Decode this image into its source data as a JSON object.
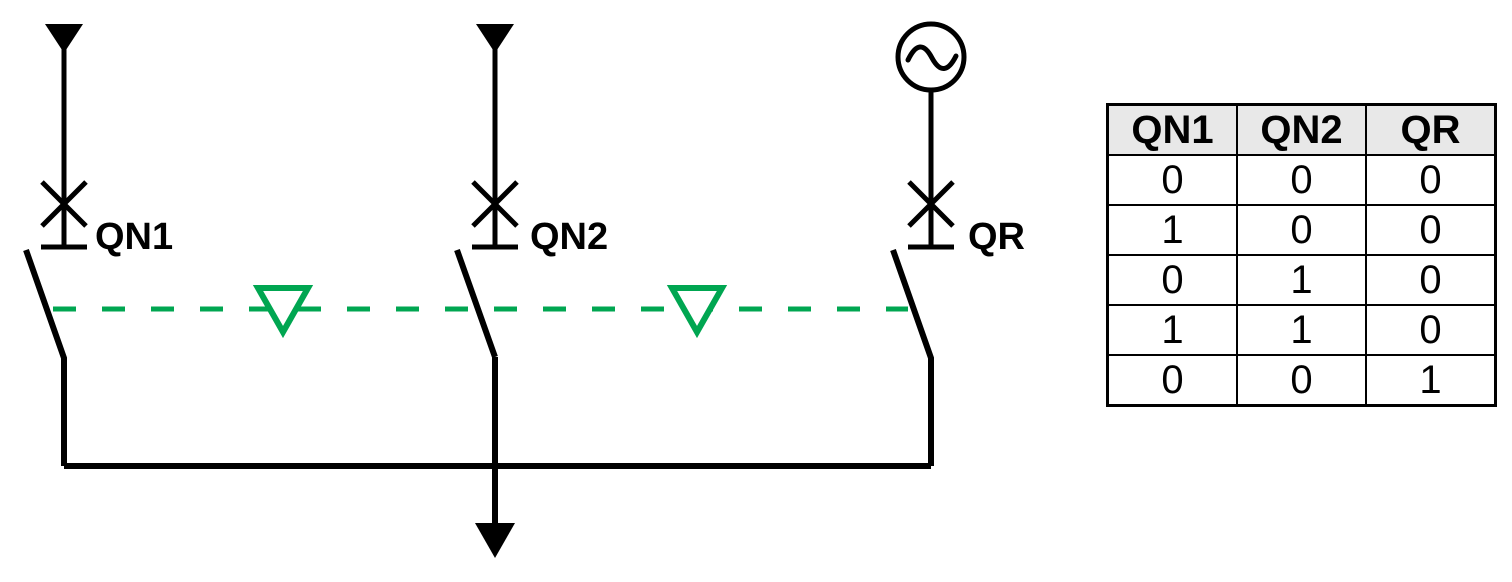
{
  "colors": {
    "diagram_line": "#000000",
    "interlock_green": "#00a651",
    "table_header_bg": "#e8e8e8",
    "table_border": "#000000",
    "background": "#ffffff"
  },
  "schematic": {
    "bays": [
      {
        "label": "QN1",
        "source_icon": "incoming-feeder-down-arrow-icon",
        "device_icon": "x-cross-switch-icon"
      },
      {
        "label": "QN2",
        "source_icon": "incoming-feeder-down-arrow-icon",
        "device_icon": "x-cross-switch-icon"
      },
      {
        "label": "QR",
        "source_icon": "ac-generator-icon",
        "device_icon": "x-cross-switch-icon"
      }
    ],
    "interlock_line_icon": "green-dashed-interlock-line",
    "interlock_marker_icon": "inverted-triangle-icon",
    "busbar_icon": "busbar-line",
    "outgoing_feeder_icon": "outgoing-feeder-down-arrow-icon"
  },
  "truth_table": {
    "headers": [
      "QN1",
      "QN2",
      "QR"
    ],
    "rows": [
      [
        "0",
        "0",
        "0"
      ],
      [
        "1",
        "0",
        "0"
      ],
      [
        "0",
        "1",
        "0"
      ],
      [
        "1",
        "1",
        "0"
      ],
      [
        "0",
        "0",
        "1"
      ]
    ]
  }
}
